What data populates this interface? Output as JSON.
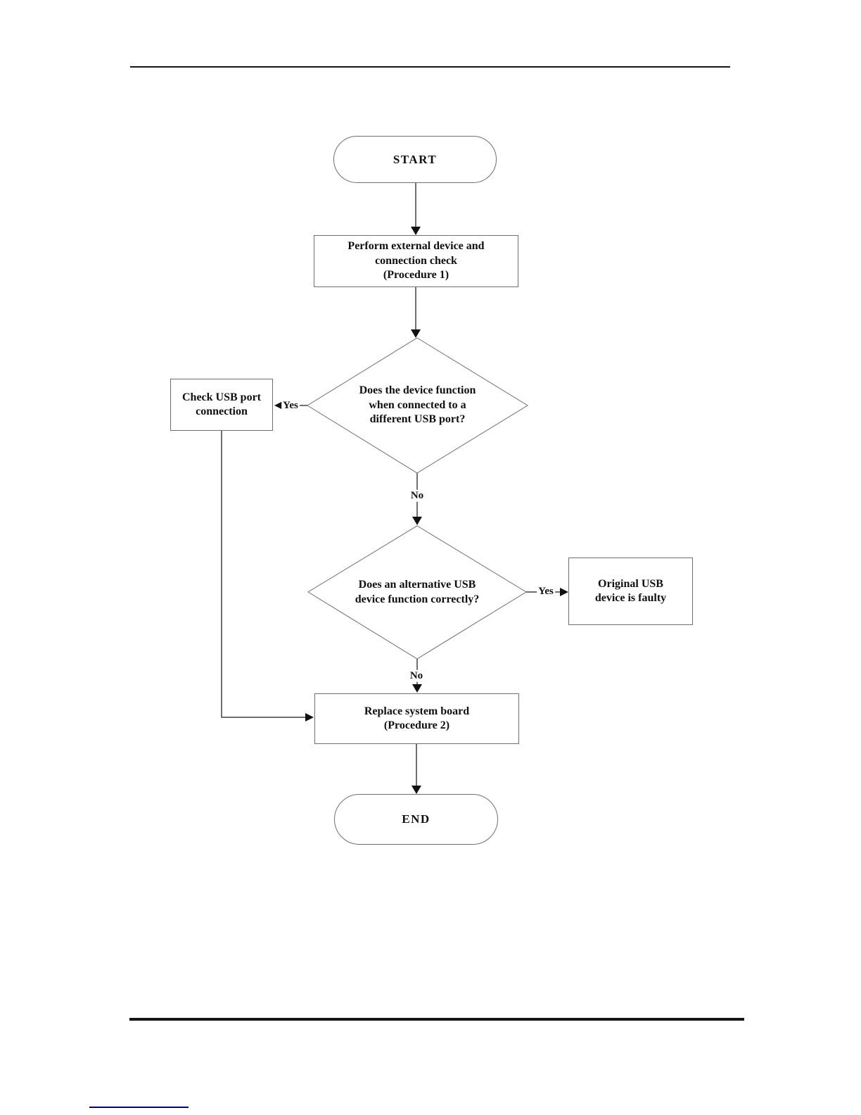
{
  "flowchart": {
    "nodes": {
      "start": {
        "type": "terminator",
        "label": "START"
      },
      "procedure1": {
        "type": "process",
        "label": "Perform external device and\nconnection check\n(Procedure 1)"
      },
      "decision1": {
        "type": "decision",
        "label": "Does the device function\nwhen connected  to a\ndifferent USB port?"
      },
      "check_usb": {
        "type": "process",
        "label": "Check USB port\nconnection"
      },
      "decision2": {
        "type": "decision",
        "label": "Does an alternative USB\ndevice function correctly?"
      },
      "original_usb": {
        "type": "process",
        "label": "Original USB\ndevice is faulty"
      },
      "replace_board": {
        "type": "process",
        "label": "Replace system board\n(Procedure 2)"
      },
      "end": {
        "type": "terminator",
        "label": "END"
      }
    },
    "edge_labels": {
      "decision1_yes": "Yes",
      "decision1_no": "No",
      "decision2_yes": "Yes",
      "decision2_no": "No"
    }
  },
  "page": {
    "colors": {
      "header_footer_rule": "#151515",
      "footer_link_rule": "#000080",
      "connector_line": "#404040",
      "shape_border": "#6e6e6e"
    }
  }
}
